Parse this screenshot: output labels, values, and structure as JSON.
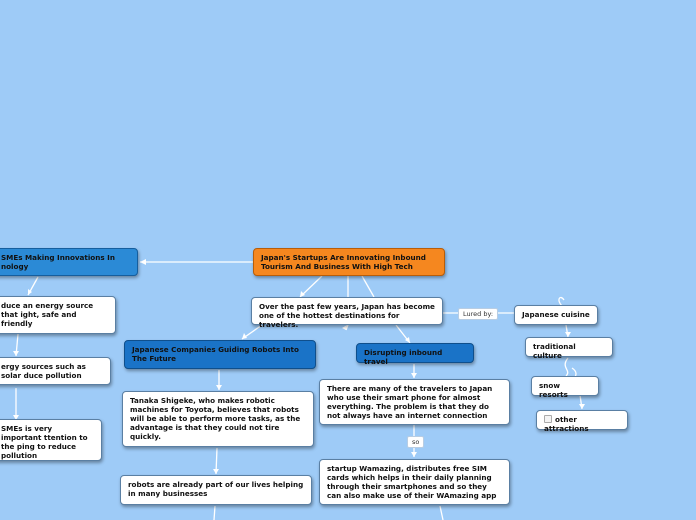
{
  "central": {
    "text": "Japan's Startups Are Innovating Inbound Tourism And Business With High Tech"
  },
  "left_branch": {
    "title": "SMEs Making Innovations In nology",
    "items": [
      "duce an energy source that ight, safe and friendly",
      "ergy sources such as solar duce pollution",
      "SMEs is very important ttention to the ping to reduce pollution"
    ]
  },
  "intro": {
    "text": "Over the past few years, Japan has become one of the hottest destinations for travelers."
  },
  "lured_label": "Lured by:",
  "attractions": [
    "Japanese cuisine",
    "traditional culture",
    "snow resorts",
    "other attractions"
  ],
  "robots": {
    "title": "Japanese Companies Guiding Robots Into The Future",
    "items": [
      "Tanaka Shigeke, who makes robotic machines for Toyota, believes that robots will be able to perform more tasks, as the advantage is that they could not tire quickly.",
      "robots are already part of our lives helping in many businesses"
    ]
  },
  "travel": {
    "title": "Disrupting inbound travel",
    "items": [
      "There are many of the travelers to Japan who use their smart phone for almost everything. The problem is that they do not always have an internet connection",
      "startup Wamazing, distributes free SIM cards which helps in their daily planning through their smartphones and so they can also make use of their WAmazing app"
    ],
    "so_label": "so"
  }
}
